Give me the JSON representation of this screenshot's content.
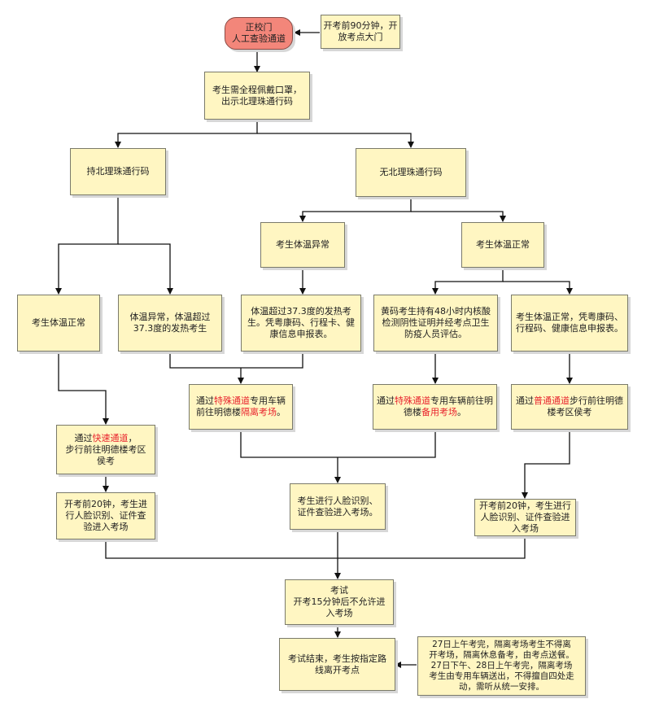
{
  "colors": {
    "node_fill": "#fff6c2",
    "start_fill": "#f3867a",
    "highlight": "#e8242d",
    "line": "#111111"
  },
  "nodes": {
    "start": {
      "text": "正校门\n人工查验通道"
    },
    "open_gate": {
      "text": "开考前90分钟，开\n放考点大门"
    },
    "mask": {
      "text": "考生需全程佩戴口罩，\n出示北理珠通行码"
    },
    "has_code": {
      "text": "持北理珠通行码"
    },
    "no_code": {
      "text": "无北理珠通行码"
    },
    "temp_abn": {
      "text": "考生体温异常"
    },
    "temp_norm_b": {
      "text": "考生体温正常"
    },
    "temp_norm_a": {
      "text": "考生体温正常"
    },
    "fever_a": {
      "text": "体温异常，体温超过\n37.3度的发热考生"
    },
    "fever_b": {
      "text": "体温超过37.3度的发热考\n生。凭粤康码、行程卡、健\n康信息申报表。"
    },
    "yellow": {
      "text": "黄码考生持有48小时内核酸\n检测阴性证明并经考点卫生\n防疫人员评估。"
    },
    "norm_docs": {
      "text": "考生体温正常，凭粤康码、\n行程码、健康信息申报表。"
    },
    "fast": {
      "pre": "通过",
      "hl": "快速通道",
      "post": "，\n步行前往明德楼考区\n侯考"
    },
    "special_iso": {
      "pre": "通过",
      "hl": "特殊通道",
      "mid": "专用车辆\n前往明德楼",
      "hl2": "隔离考场",
      "post": "。"
    },
    "special_backup": {
      "pre": "通过",
      "hl": "特殊通道",
      "mid": "专用车辆前往明\n德楼",
      "hl2": "备用考场",
      "post": "。"
    },
    "normal_lane": {
      "pre": "通过",
      "hl": "普通通道",
      "post": "步行前往明德\n楼考区侯考"
    },
    "pre20_a": {
      "text": "开考前20钟，考生进\n行人脸识别、证件查\n验进入考场"
    },
    "face": {
      "text": "考生进行人脸识别、\n证件查验进入考场。"
    },
    "pre20_b": {
      "text": "开考前20钟，考生进行\n人脸识别、证件查验进\n入考场"
    },
    "exam": {
      "text": "考试\n开考15分钟后不允许进\n入考场"
    },
    "end": {
      "text": "考试结束，考生按指定路\n线离开考点"
    },
    "notice": {
      "text": "27日上午考完，隔离考场考生不得离\n开考场，隔离休息备考，由考点送餐。\n27日下午、28日上午考完，隔离考场\n考生由专用车辆送出，不得擅自四处走\n动，需听从统一安排。"
    }
  }
}
